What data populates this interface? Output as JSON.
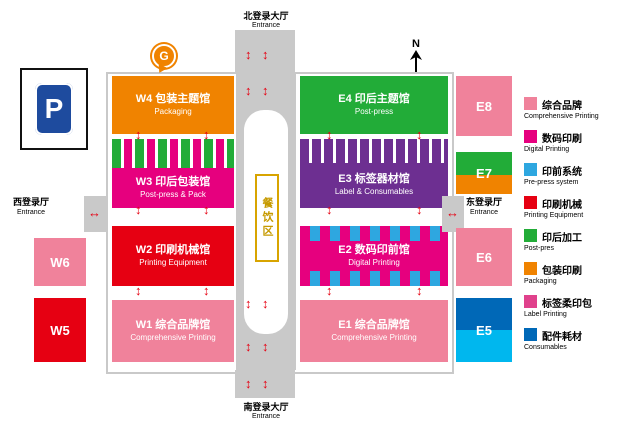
{
  "entrances": {
    "north": {
      "zh": "北登录大厅",
      "en": "Entrance"
    },
    "south": {
      "zh": "南登录大厅",
      "en": "Entrance"
    },
    "west": {
      "zh": "西登录厅",
      "en": "Entrance"
    },
    "east": {
      "zh": "东登录厅",
      "en": "Entrance"
    }
  },
  "compass": {
    "label": "N"
  },
  "parking": {
    "label": "P"
  },
  "dining": {
    "label": "餐饮区"
  },
  "logo": {
    "letter": "G"
  },
  "icons": {
    "v_arrow": "↕",
    "h_arrow": "↔"
  },
  "halls": {
    "W4": {
      "title": "W4 包装主题馆",
      "subtitle": "Packaging",
      "color": "#f08300"
    },
    "W3": {
      "title": "W3 印后包装馆",
      "subtitle": "Post-press & Pack",
      "color": "#e6007e"
    },
    "W2": {
      "title": "W2 印刷机械馆",
      "subtitle": "Printing Equipment",
      "color": "#e60012"
    },
    "W1": {
      "title": "W1 综合品牌馆",
      "subtitle": "Comprehensive Printing",
      "color": "#f0829b"
    },
    "E4": {
      "title": "E4 印后主题馆",
      "subtitle": "Post-press",
      "color": "#22ac38"
    },
    "E3": {
      "title": "E3 标签器材馆",
      "subtitle": "Label & Consumables",
      "color": "#6d2f91"
    },
    "E2": {
      "title": "E2 数码印前馆",
      "subtitle": "Digital Printing",
      "color": "#e6007e"
    },
    "E1": {
      "title": "E1 综合品牌馆",
      "subtitle": "Comprehensive Printing",
      "color": "#f0829b"
    },
    "W6": {
      "title": "W6",
      "color": "#f0829b"
    },
    "W5": {
      "title": "W5",
      "color": "#e60012"
    },
    "E8": {
      "title": "E8",
      "color": "#f0829b"
    },
    "E7": {
      "title": "E7",
      "color_top": "#22ac38",
      "color_bottom": "#f08300"
    },
    "E6": {
      "title": "E6",
      "color": "#f0829b"
    },
    "E5": {
      "title": "E5",
      "color_top": "#0068b7",
      "color_bottom": "#00b7ee"
    }
  },
  "legend": [
    {
      "zh": "综合品牌",
      "en": "Comprehensive Printing",
      "color": "#f0829b"
    },
    {
      "zh": "数码印刷",
      "en": "Digital Printing",
      "color": "#e6007e"
    },
    {
      "zh": "印前系统",
      "en": "Pre-press system",
      "color": "#2ea7e0"
    },
    {
      "zh": "印刷机械",
      "en": "Printing Equipment",
      "color": "#e60012"
    },
    {
      "zh": "印后加工",
      "en": "Post-pres",
      "color": "#22ac38"
    },
    {
      "zh": "包装印刷",
      "en": "Packaging",
      "color": "#f08300"
    },
    {
      "zh": "标签柔印包",
      "en": "Label Printing",
      "color": "#e0418c"
    },
    {
      "zh": "配件耗材",
      "en": "Consumables",
      "color": "#0068b7"
    }
  ]
}
